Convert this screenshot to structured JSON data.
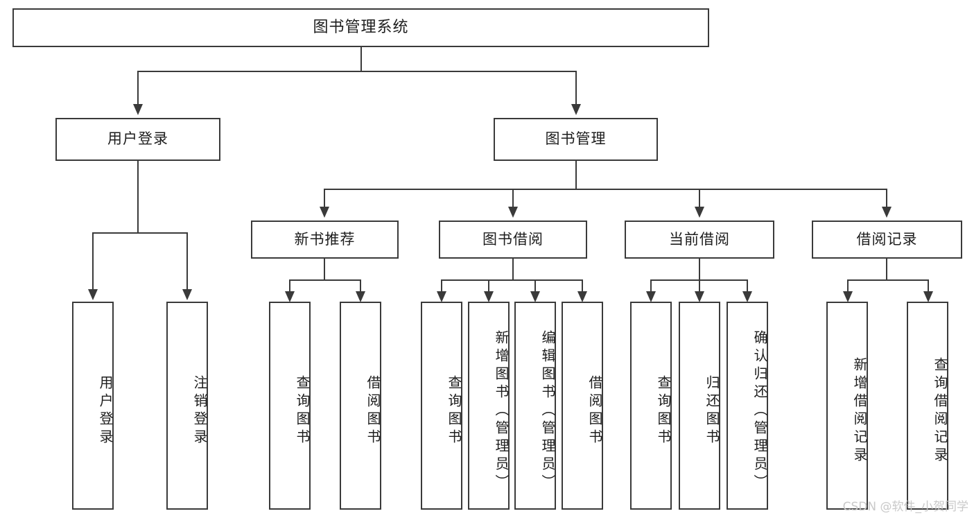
{
  "diagram": {
    "type": "tree",
    "title": "图书管理系统",
    "root": {
      "label": "图书管理系统"
    },
    "level1": [
      {
        "label": "用户登录"
      },
      {
        "label": "图书管理"
      }
    ],
    "level2": [
      {
        "label": "新书推荐"
      },
      {
        "label": "图书借阅"
      },
      {
        "label": "当前借阅"
      },
      {
        "label": "借阅记录"
      }
    ],
    "leaves": {
      "user_login": [
        {
          "label": "用户登录"
        },
        {
          "label": "注销登录"
        }
      ],
      "new_book_recommend": [
        {
          "label": "查询图书"
        },
        {
          "label": "借阅图书"
        }
      ],
      "book_borrow": [
        {
          "label": "查询图书"
        },
        {
          "label": "新增图书（管理员）"
        },
        {
          "label": "编辑图书（管理员）"
        },
        {
          "label": "借阅图书"
        }
      ],
      "current_borrow": [
        {
          "label": "查询图书"
        },
        {
          "label": "归还图书"
        },
        {
          "label": "确认归还（管理员）"
        }
      ],
      "borrow_record": [
        {
          "label": "新增借阅记录"
        },
        {
          "label": "查询借阅记录"
        }
      ]
    }
  },
  "watermark": {
    "text": "CSDN @软件_小贺同学"
  },
  "colors": {
    "stroke": "#3a3a3a",
    "text": "#1d1d1d",
    "background": "#ffffff",
    "watermark": "#c9c9c9"
  }
}
